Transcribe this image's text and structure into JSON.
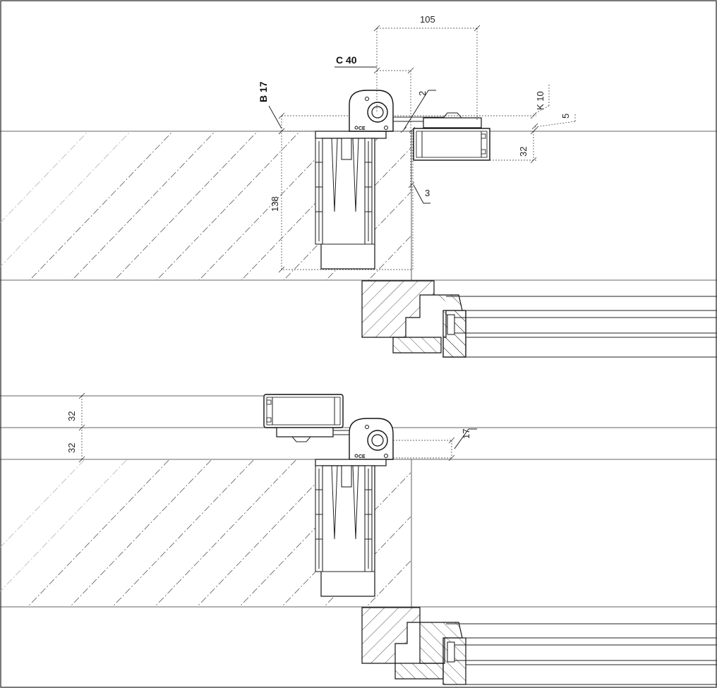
{
  "top_view": {
    "dim_width": "105",
    "dim_c": "C 40",
    "dim_b": "B 17",
    "dim_gap_2": "2",
    "dim_k": "K 10",
    "dim_gap_5": "5",
    "dim_track_height": "32",
    "dim_gap_3": "3",
    "dim_depth": "138"
  },
  "bottom_view": {
    "dim_track_height_1": "32",
    "dim_track_height_2": "32",
    "dim_offset": "17"
  }
}
